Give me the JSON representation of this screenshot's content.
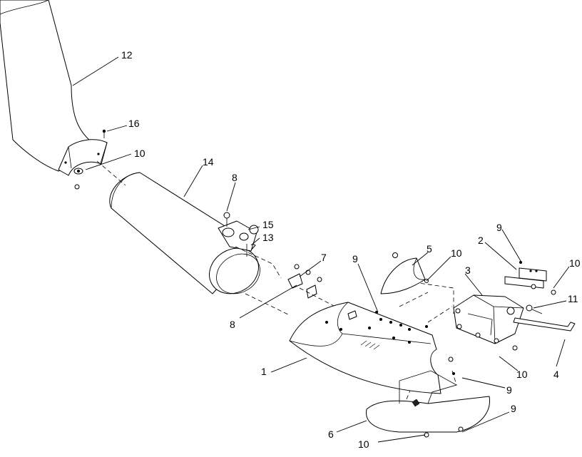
{
  "callouts": [
    {
      "id": "c12a",
      "text": "12"
    },
    {
      "id": "c16",
      "text": "16"
    },
    {
      "id": "c10a",
      "text": "10"
    },
    {
      "id": "c14",
      "text": "14"
    },
    {
      "id": "c8a",
      "text": "8"
    },
    {
      "id": "c15",
      "text": "15"
    },
    {
      "id": "c13",
      "text": "13"
    },
    {
      "id": "c7",
      "text": "7"
    },
    {
      "id": "c8b",
      "text": "8"
    },
    {
      "id": "c9a",
      "text": "9"
    },
    {
      "id": "c5",
      "text": "5"
    },
    {
      "id": "c10b",
      "text": "10"
    },
    {
      "id": "c2",
      "text": "2"
    },
    {
      "id": "c9b",
      "text": "9"
    },
    {
      "id": "c10c",
      "text": "10"
    },
    {
      "id": "c3",
      "text": "3"
    },
    {
      "id": "c11",
      "text": "11"
    },
    {
      "id": "c1",
      "text": "1"
    },
    {
      "id": "c10d",
      "text": "10"
    },
    {
      "id": "c4",
      "text": "4"
    },
    {
      "id": "c9c",
      "text": "9"
    },
    {
      "id": "c6",
      "text": "6"
    },
    {
      "id": "c9d",
      "text": "9"
    },
    {
      "id": "c10e",
      "text": "10"
    }
  ]
}
